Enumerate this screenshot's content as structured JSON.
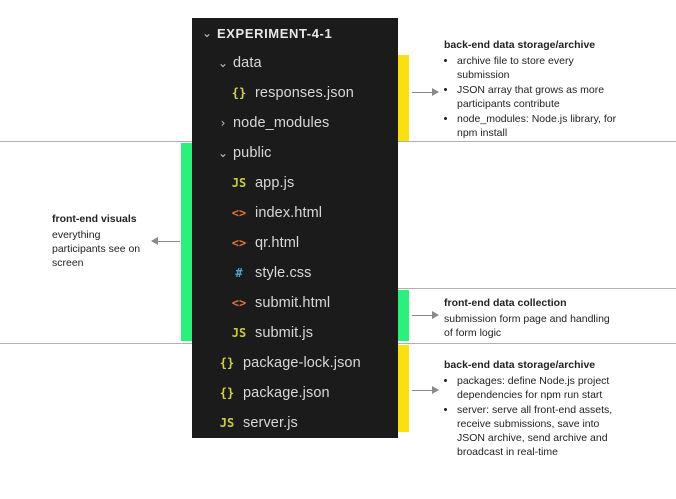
{
  "tree": {
    "root_label": "EXPERIMENT-4-1",
    "rows": [
      {
        "name": "root",
        "label": "EXPERIMENT-4-1",
        "icon": "chevron-down-icon",
        "icon_kind": "chev",
        "indent": 0,
        "is_root": true
      },
      {
        "name": "folder-data",
        "label": "data",
        "icon": "chevron-down-icon",
        "icon_kind": "chev",
        "indent": 1,
        "is_root": false
      },
      {
        "name": "file-responses",
        "label": "responses.json",
        "icon": "json-icon",
        "icon_kind": "json",
        "glyph": "{}",
        "indent": 2,
        "is_root": false
      },
      {
        "name": "folder-node-modules",
        "label": "node_modules",
        "icon": "chevron-right-icon",
        "icon_kind": "chevr",
        "indent": 1,
        "is_root": false
      },
      {
        "name": "folder-public",
        "label": "public",
        "icon": "chevron-down-icon",
        "icon_kind": "chev",
        "indent": 1,
        "is_root": false
      },
      {
        "name": "file-app-js",
        "label": "app.js",
        "icon": "js-icon",
        "icon_kind": "js",
        "glyph": "JS",
        "indent": 2,
        "is_root": false
      },
      {
        "name": "file-index-html",
        "label": "index.html",
        "icon": "html-icon",
        "icon_kind": "html",
        "glyph": "<>",
        "indent": 2,
        "is_root": false
      },
      {
        "name": "file-qr-html",
        "label": "qr.html",
        "icon": "html-icon",
        "icon_kind": "html",
        "glyph": "<>",
        "indent": 2,
        "is_root": false
      },
      {
        "name": "file-style-css",
        "label": "style.css",
        "icon": "css-icon",
        "icon_kind": "css",
        "glyph": "#",
        "indent": 2,
        "is_root": false
      },
      {
        "name": "file-submit-html",
        "label": "submit.html",
        "icon": "html-icon",
        "icon_kind": "html",
        "glyph": "<>",
        "indent": 2,
        "is_root": false
      },
      {
        "name": "file-submit-js",
        "label": "submit.js",
        "icon": "js-icon",
        "icon_kind": "js",
        "glyph": "JS",
        "indent": 2,
        "is_root": false
      },
      {
        "name": "file-package-lock",
        "label": "package-lock.json",
        "icon": "json-icon",
        "icon_kind": "json",
        "glyph": "{}",
        "indent": 1,
        "is_root": false
      },
      {
        "name": "file-package-json",
        "label": "package.json",
        "icon": "json-icon",
        "icon_kind": "json",
        "glyph": "{}",
        "indent": 1,
        "is_root": false
      },
      {
        "name": "file-server-js",
        "label": "server.js",
        "icon": "js-icon",
        "icon_kind": "js",
        "glyph": "JS",
        "indent": 1,
        "is_root": false
      }
    ]
  },
  "annotations": {
    "backend_top": {
      "title": "back-end data storage/archive",
      "bullets": [
        "archive file to store every submission",
        "JSON array that grows as more participants contribute",
        "node_modules: Node.js library, for npm install"
      ]
    },
    "frontend_visuals": {
      "title": "front-end visuals",
      "body": "everything participants see on screen"
    },
    "frontend_collection": {
      "title": "front-end data collection",
      "body": "submission form page and handling of form logic"
    },
    "backend_bottom": {
      "title": "back-end data storage/archive",
      "bullets": [
        "packages: define Node.js project dependencies for npm run start",
        "server: serve all front-end assets, receive submissions, save into JSON archive, send archive and broadcast in real-time"
      ]
    }
  },
  "colors": {
    "panel_bg": "#1b1b1b",
    "green": "#2bf07c",
    "yellow": "#fbe011",
    "json_icon": "#d4d14a",
    "js_icon": "#cbcb41",
    "html_icon": "#e8713c",
    "css_icon": "#4fa3d1",
    "rule": "#b0b0b0",
    "arrow": "#8a8a8a"
  }
}
